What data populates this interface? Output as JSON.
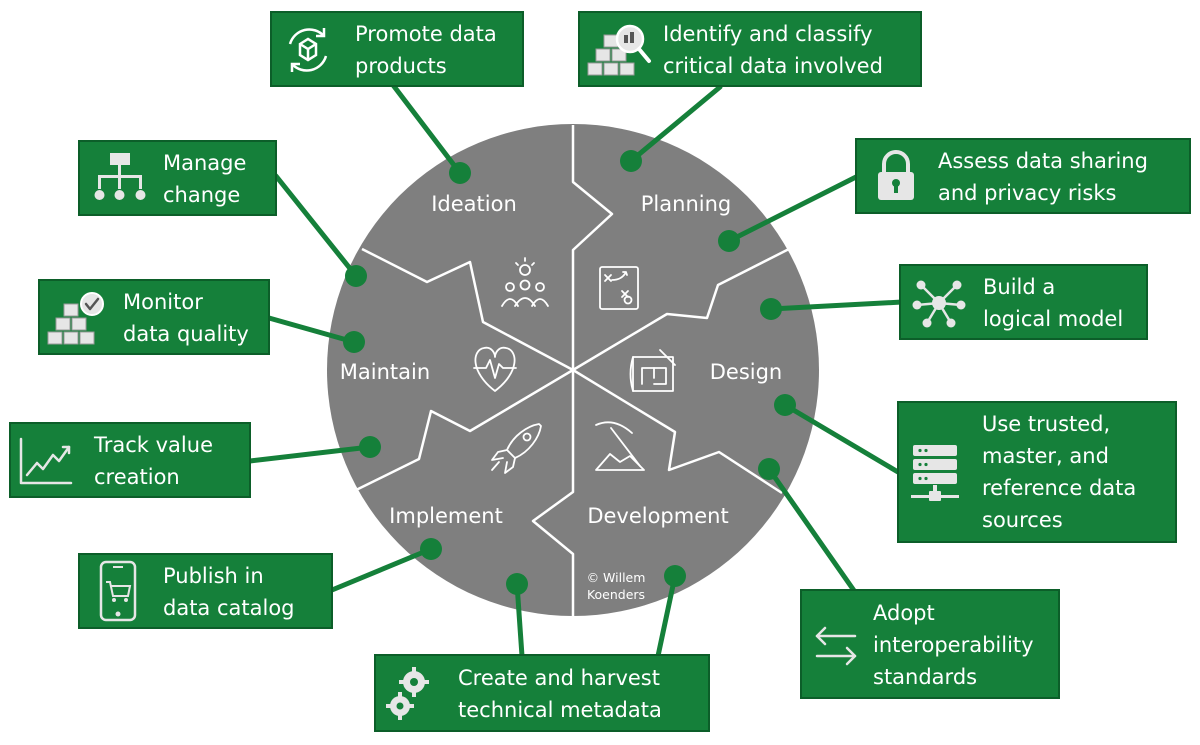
{
  "phases": {
    "ideation": "Ideation",
    "planning": "Planning",
    "design": "Design",
    "development": "Development",
    "implement": "Implement",
    "maintain": "Maintain"
  },
  "copyright": {
    "line1": "© Willem",
    "line2": "Koenders"
  },
  "boxes": {
    "promote": {
      "line1": "Promote data",
      "line2": "products",
      "icon": "box-cycle-icon"
    },
    "identify": {
      "line1": "Identify and classify",
      "line2": "critical data involved",
      "icon": "data-search-icon"
    },
    "assess": {
      "line1": "Assess data sharing",
      "line2": "and privacy risks",
      "icon": "lock-icon"
    },
    "build": {
      "line1": "Build a",
      "line2": "logical model",
      "icon": "network-icon"
    },
    "trusted": {
      "line1": "Use trusted,",
      "line2": "master, and",
      "line3": "reference data",
      "line4": "sources",
      "icon": "server-icon"
    },
    "adopt": {
      "line1": "Adopt",
      "line2": "interoperability",
      "line3": "standards",
      "icon": "exchange-arrows-icon"
    },
    "harvest": {
      "line1": "Create and harvest",
      "line2": "technical metadata",
      "icon": "gears-icon"
    },
    "publish": {
      "line1": "Publish in",
      "line2": "data catalog",
      "icon": "mobile-cart-icon"
    },
    "track": {
      "line1": "Track value",
      "line2": "creation",
      "icon": "trend-chart-icon"
    },
    "monitor": {
      "line1": "Monitor",
      "line2": "data quality",
      "icon": "quality-check-icon"
    },
    "manage": {
      "line1": "Manage",
      "line2": "change",
      "icon": "hierarchy-icon"
    }
  },
  "colors": {
    "box_fill": "#15803a",
    "box_border": "#0c5e29",
    "circle_fill": "#7f7f7f",
    "connector": "#15803a",
    "seam": "#ffffff"
  }
}
